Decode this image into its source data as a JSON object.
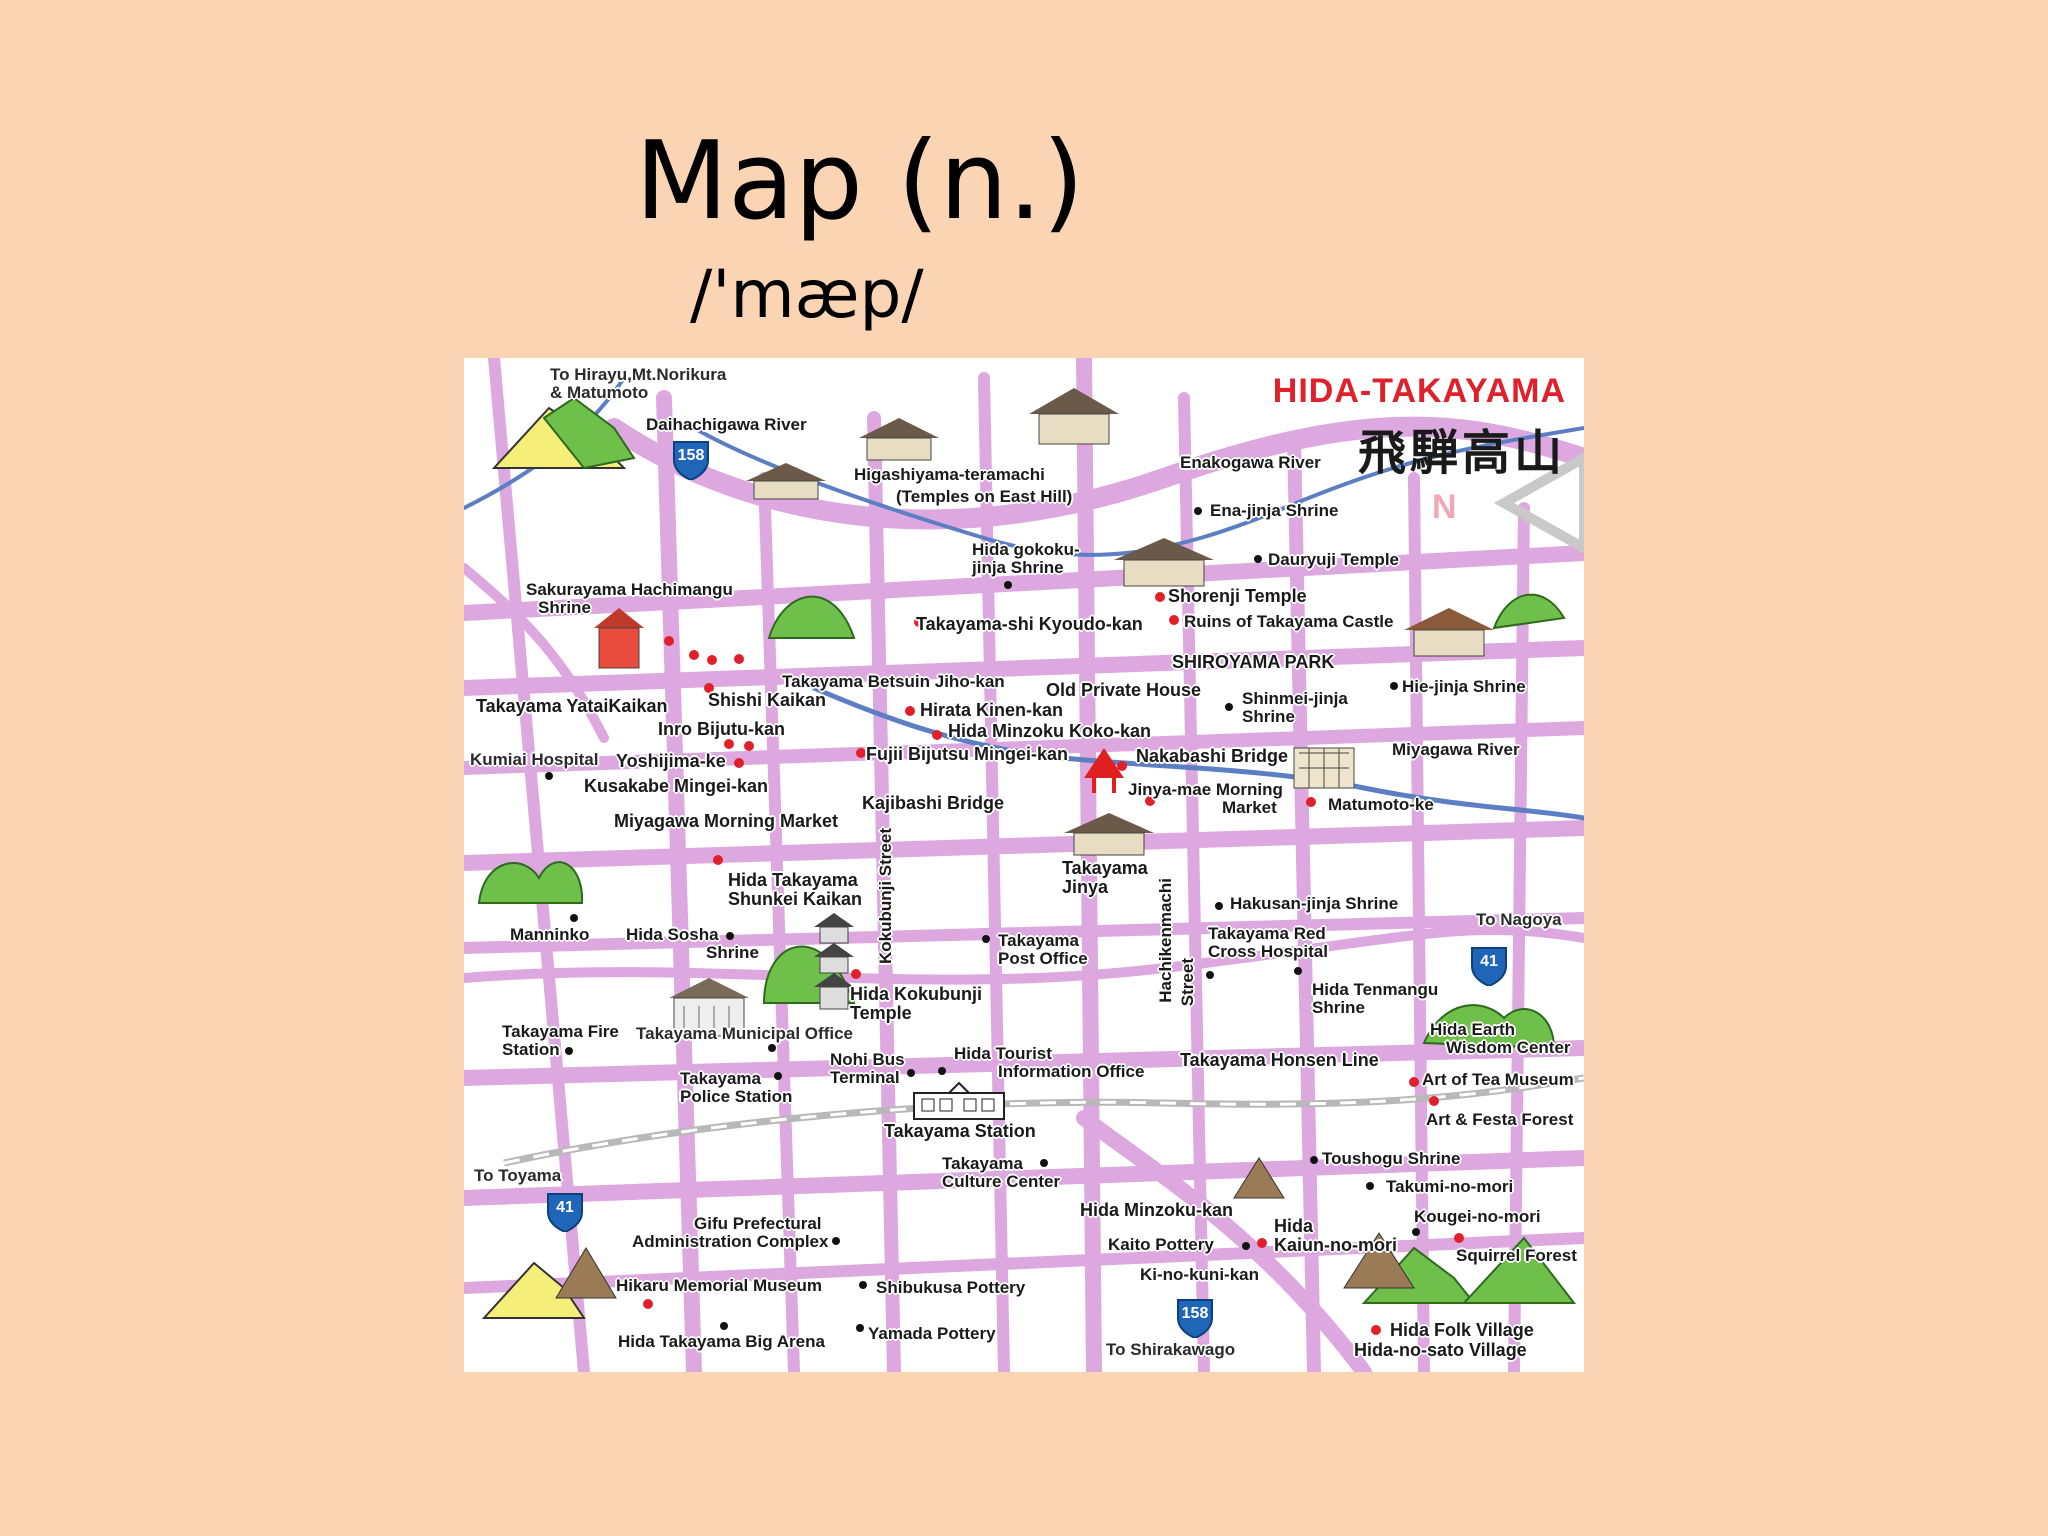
{
  "slide": {
    "title": "Map (n.)",
    "pronunciation": "/'mæp/"
  },
  "map": {
    "brand_en": "HIDA-TAKAYAMA",
    "brand_jp": "飛騨高山",
    "north": "N",
    "colors": {
      "background": "#fbd4b4",
      "map_bg": "#ffffff",
      "roads": "#dca8df",
      "rivers": "#5b7fc2",
      "railway": "#b8b8b8",
      "poi_dot_red": "#e0202a",
      "poi_dot_black": "#111111",
      "route_sign": "#1f66b8",
      "brand_red": "#e0202a"
    },
    "routes": {
      "r158": "158",
      "r41": "41"
    },
    "labels": {
      "to_hirayu": "To Hirayu,Mt.Norikura",
      "to_hirayu2": "& Matumoto",
      "daihachigawa": "Daihachigawa River",
      "higashiyama": "Higashiyama-teramachi",
      "higashiyama2": "(Temples on East Hill)",
      "enakogawa": "Enakogawa River",
      "ena_jinja": "Ena-jinja Shrine",
      "hida_gokoku": "Hida gokoku-",
      "hida_gokoku2": "jinja Shrine",
      "dauryuji": "Dauryuji Temple",
      "sakurayama": "Sakurayama Hachimangu",
      "sakurayama2": "Shrine",
      "shorenji": "Shorenji Temple",
      "ruins": "Ruins of Takayama Castle",
      "kyoudo_kan": "Takayama-shi Kyoudo-kan",
      "shiroyama": "SHIROYAMA PARK",
      "betsuin": "Takayama Betsuin Jiho-kan",
      "hie_jinja": "Hie-jinja Shrine",
      "shishi": "Shishi Kaikan",
      "yatai": "Takayama YataiKaikan",
      "old_house": "Old Private House",
      "shinmei": "Shinmei-jinja",
      "shinmei2": "Shrine",
      "hirata": "Hirata Kinen-kan",
      "inro": "Inro Bijutu-kan",
      "minzoku_koko": "Hida Minzoku Koko-kan",
      "kumiai": "Kumiai Hospital",
      "yoshijima": "Yoshijima-ke",
      "fujii": "Fujii Bijutsu Mingei-kan",
      "nakabashi": "Nakabashi Bridge",
      "miyagawa_river": "Miyagawa River",
      "kusakabe": "Kusakabe Mingei-kan",
      "jinya_market": "Jinya-mae Morning",
      "jinya_market2": "Market",
      "kajibashi": "Kajibashi Bridge",
      "matumoto_ke": "Matumoto-ke",
      "miyagawa_market": "Miyagawa Morning Market",
      "kokubunji_st": "Kokubunji Street",
      "jinya": "Takayama",
      "jinya2": "Jinya",
      "shunkei": "Hida Takayama",
      "shunkei2": "Shunkei Kaikan",
      "hakusan": "Hakusan-jinja Shrine",
      "to_nagoya": "To Nagoya",
      "manninko": "Manninko",
      "sosha": "Hida Sosha",
      "sosha2": "Shrine",
      "post_office": "Takayama",
      "post_office2": "Post Office",
      "hachikenmachi": "Hachikenmachi",
      "hachikenmachi2": "Street",
      "red_cross": "Takayama Red",
      "red_cross2": "Cross Hospital",
      "kokubunji_temple": "Hida Kokubunji",
      "kokubunji_temple2": "Temple",
      "tenmangu": "Hida Tenmangu",
      "tenmangu2": "Shrine",
      "fire_station": "Takayama Fire",
      "fire_station2": "Station",
      "municipal": "Takayama Municipal Office",
      "earth_wisdom": "Hida Earth",
      "earth_wisdom2": "Wisdom Center",
      "nohi_bus": "Nohi Bus",
      "nohi_bus2": "Terminal",
      "tourist_info": "Hida Tourist",
      "tourist_info2": "Information Office",
      "honsen_line": "Takayama Honsen Line",
      "tea_museum": "Art of Tea Museum",
      "police": "Takayama",
      "police2": "Police Station",
      "station": "Takayama Station",
      "festa_forest": "Art & Festa Forest",
      "culture_center": "Takayama",
      "culture_center2": "Culture Center",
      "toushogu": "Toushogu Shrine",
      "to_toyama": "To Toyama",
      "takumi": "Takumi-no-mori",
      "minzoku_kan": "Hida Minzoku-kan",
      "gifu_pref": "Gifu Prefectural",
      "gifu_pref2": "Administration Complex",
      "kougei": "Kougei-no-mori",
      "kaito": "Kaito Pottery",
      "kaiun": "Hida",
      "kaiun2": "Kaiun-no-mori",
      "squirrel": "Squirrel Forest",
      "kinokuni": "Ki-no-kuni-kan",
      "hikaru": "Hikaru Memorial Museum",
      "shibukusa": "Shibukusa Pottery",
      "big_arena": "Hida Takayama Big Arena",
      "yamada": "Yamada Pottery",
      "to_shirakawago": "To Shirakawago",
      "folk_village": "Hida Folk Village",
      "folk_village2": "Hida-no-sato Village"
    }
  }
}
